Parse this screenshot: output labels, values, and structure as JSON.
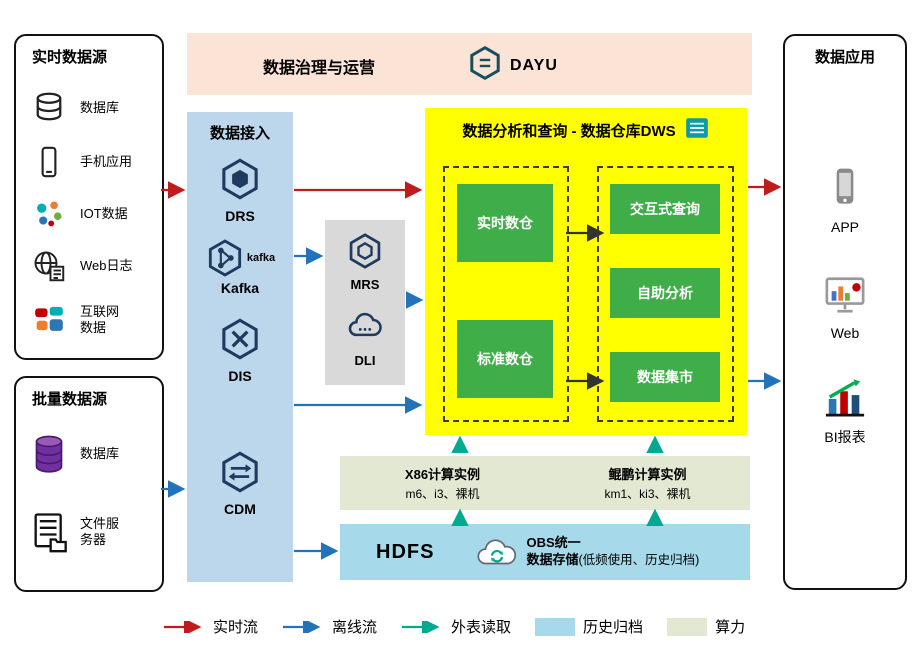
{
  "governance": {
    "title": "数据治理与运营",
    "product": "DAYU"
  },
  "realtime_sources": {
    "title": "实时数据源",
    "items": [
      {
        "label": "数据库",
        "icon": "database-icon"
      },
      {
        "label": "手机应用",
        "icon": "phone-icon"
      },
      {
        "label": "IOT数据",
        "icon": "iot-icon"
      },
      {
        "label": "Web日志",
        "icon": "weblog-icon"
      },
      {
        "label": "互联网数据",
        "icon": "internet-data-icon"
      }
    ]
  },
  "batch_sources": {
    "title": "批量数据源",
    "items": [
      {
        "label": "数据库",
        "icon": "purple-database-icon"
      },
      {
        "label": "文件服务器",
        "icon": "file-server-icon"
      }
    ]
  },
  "ingestion": {
    "title": "数据接入",
    "services": [
      {
        "label": "DRS"
      },
      {
        "label": "Kafka",
        "wordmark": "kafka"
      },
      {
        "label": "DIS"
      },
      {
        "label": "CDM"
      }
    ]
  },
  "processing": {
    "services": [
      {
        "label": "MRS"
      },
      {
        "label": "DLI"
      }
    ]
  },
  "dws": {
    "title": "数据分析和查询 - 数据仓库DWS",
    "left_modules": [
      {
        "label": "实时数仓"
      },
      {
        "label": "标准数仓"
      }
    ],
    "right_modules": [
      {
        "label": "交互式查询"
      },
      {
        "label": "自助分析"
      },
      {
        "label": "数据集市"
      }
    ]
  },
  "compute": {
    "x86": {
      "title": "X86计算实例",
      "spec": "m6、i3、裸机"
    },
    "kunpeng": {
      "title": "鲲鹏计算实例",
      "spec": "km1、ki3、裸机"
    }
  },
  "storage": {
    "hdfs_label": "HDFS",
    "obs_line1": "OBS统一",
    "obs_line2": "数据存储",
    "obs_note": "(低频使用、历史归档)"
  },
  "applications": {
    "title": "数据应用",
    "items": [
      {
        "label": "APP",
        "icon": "app-phone-icon"
      },
      {
        "label": "Web",
        "icon": "web-dashboard-icon"
      },
      {
        "label": "BI报表",
        "icon": "bi-report-icon"
      }
    ]
  },
  "legend": {
    "items": [
      {
        "label": "实时流",
        "style": "arrow",
        "color": "#bf1d1d"
      },
      {
        "label": "离线流",
        "style": "arrow",
        "color": "#2273b9"
      },
      {
        "label": "外表读取",
        "style": "arrow",
        "color": "#00a98f"
      },
      {
        "label": "历史归档",
        "style": "swatch",
        "color": "#a6d9ea"
      },
      {
        "label": "算力",
        "style": "swatch",
        "color": "#e3e8d2"
      }
    ]
  },
  "colors": {
    "realtime_flow": "#bf1d1d",
    "offline_flow": "#2273b9",
    "external_read": "#00a98f",
    "dws_bg": "#ffff00",
    "module_green": "#3fae49",
    "ingestion_bg": "#bcd6ec",
    "governance_bg": "#fbe3d5",
    "compute_bg": "#e3e8d2",
    "storage_bg": "#a6d9ea",
    "processing_bg": "#d9d9d9"
  }
}
